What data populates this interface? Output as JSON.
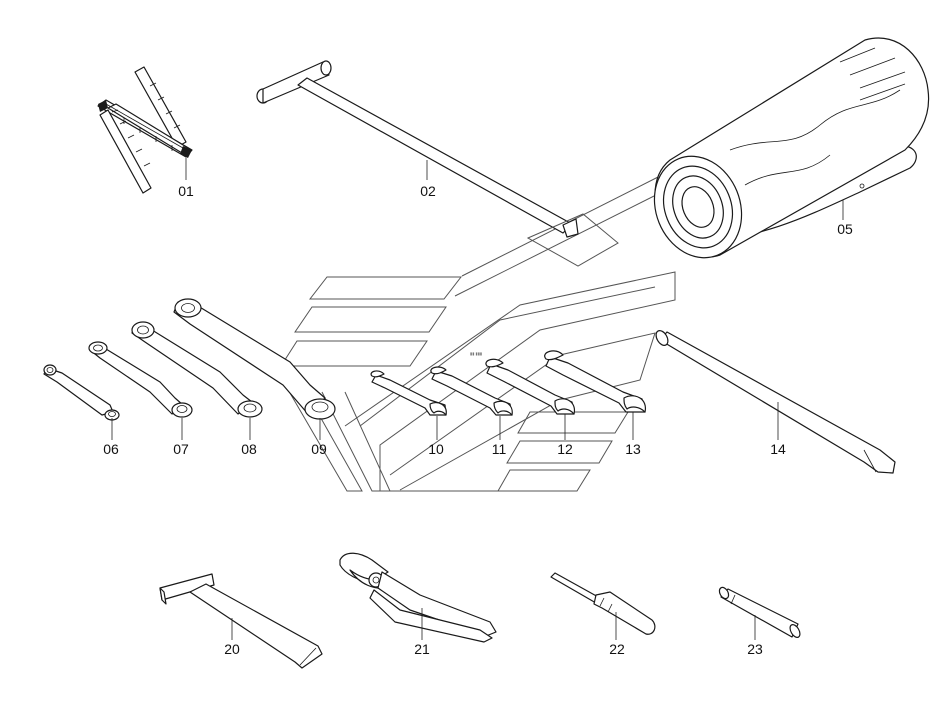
{
  "labels": {
    "p01": "01",
    "p02": "02",
    "p05": "05",
    "p06": "06",
    "p07": "07",
    "p08": "08",
    "p09": "09",
    "p10": "10",
    "p11": "11",
    "p12": "12",
    "p13": "13",
    "p14": "14",
    "p20": "20",
    "p21": "21",
    "p22": "22",
    "p23": "23"
  },
  "colors": {
    "line": "#1a1a1a",
    "watermark": "#555555",
    "background": "#ffffff"
  }
}
